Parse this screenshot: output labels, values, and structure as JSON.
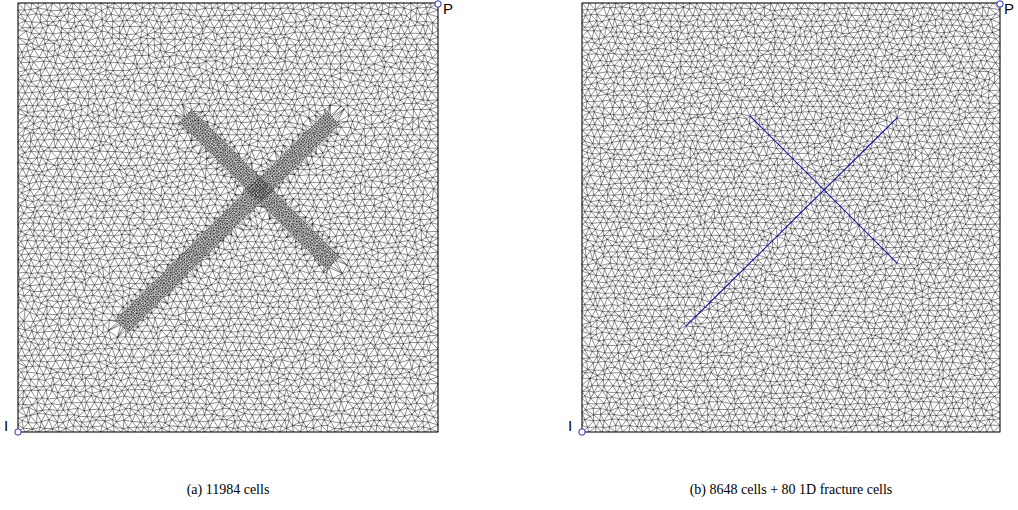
{
  "diagram": {
    "labels": [
      "P",
      "I",
      "(a) 11984 cells",
      "P",
      "I",
      "(b) 8648 cells + 80 1D fracture cells"
    ]
  }
}
